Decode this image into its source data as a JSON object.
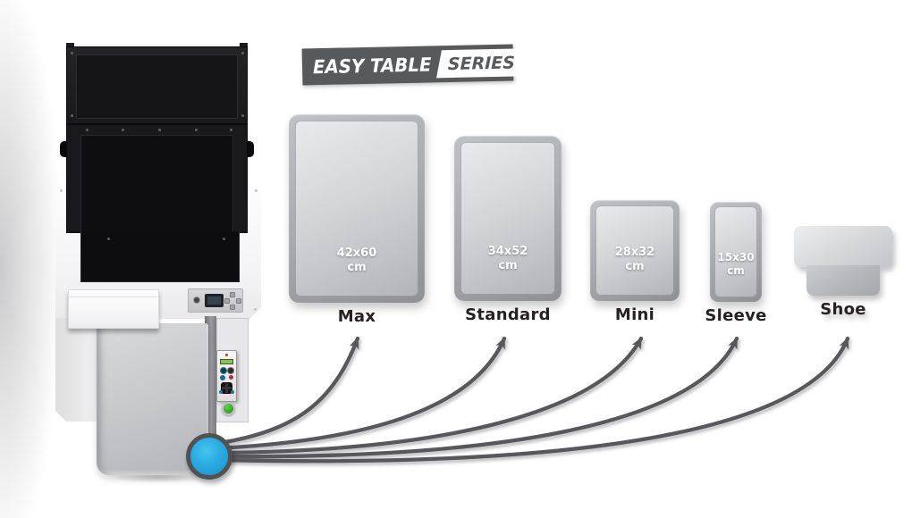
{
  "banner": {
    "title": "EASY TABLE",
    "series_label": "SERIES",
    "bg_color": "#58595b"
  },
  "platens": [
    {
      "name": "Max",
      "dimensions": "42x60",
      "unit": "cm"
    },
    {
      "name": "Standard",
      "dimensions": "34x52",
      "unit": "cm"
    },
    {
      "name": "Mini",
      "dimensions": "28x32",
      "unit": "cm"
    },
    {
      "name": "Sleeve",
      "dimensions": "15x30",
      "unit": "cm"
    },
    {
      "name": "Shoe",
      "dimensions": "",
      "unit": ""
    }
  ],
  "illustration": {
    "machine": "dtg-printer-top-view",
    "mount_point": "blue-platen-mount-knob",
    "accent_blue": "#29abe2",
    "arrow_color": "#58595b",
    "button_green": "#3cb338"
  }
}
